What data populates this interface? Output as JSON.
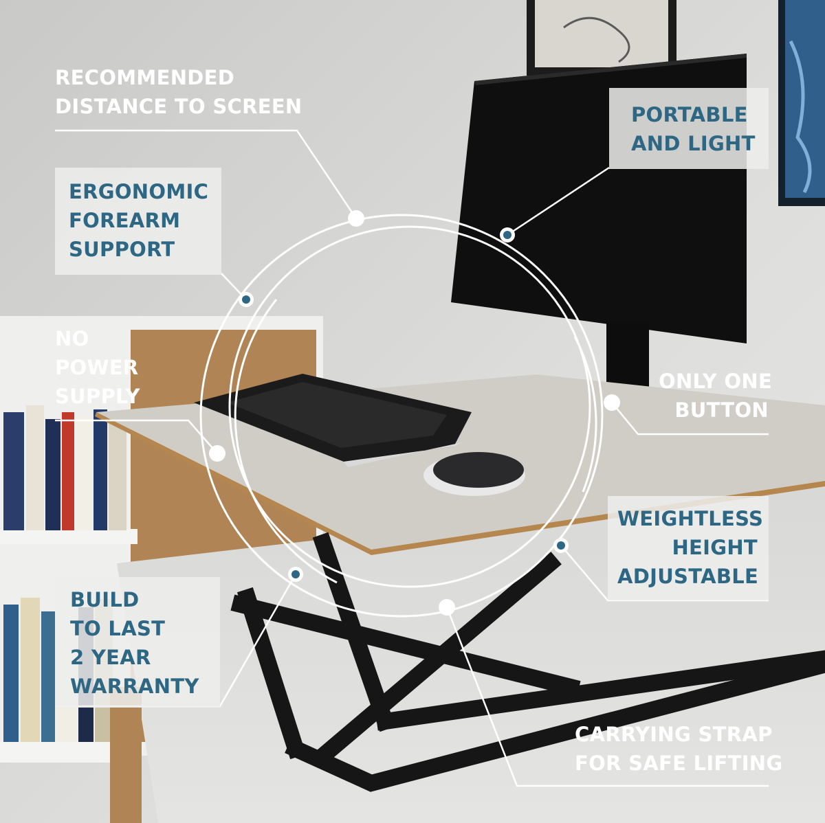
{
  "callouts": {
    "distance": [
      "RECOMMENDED",
      "DISTANCE TO SCREEN"
    ],
    "portable": [
      "PORTABLE",
      "AND LIGHT"
    ],
    "ergonomic": [
      "ERGONOMIC",
      "FOREARM",
      "SUPPORT"
    ],
    "power": [
      "NO",
      "POWER",
      "SUPPLY"
    ],
    "button": [
      "ONLY ONE",
      "BUTTON"
    ],
    "weightless": [
      "WEIGHTLESS",
      "HEIGHT",
      "ADJUSTABLE"
    ],
    "build": [
      "BUILD",
      "TO LAST",
      "2 YEAR",
      "WARRANTY"
    ],
    "strap": [
      "CARRYING STRAP",
      "FOR SAFE LIFTING"
    ]
  },
  "colors": {
    "accent_teal": "#2d6784",
    "label_white": "#ffffff",
    "label_box": "#eeeeec",
    "stand_frame": "#161616"
  }
}
